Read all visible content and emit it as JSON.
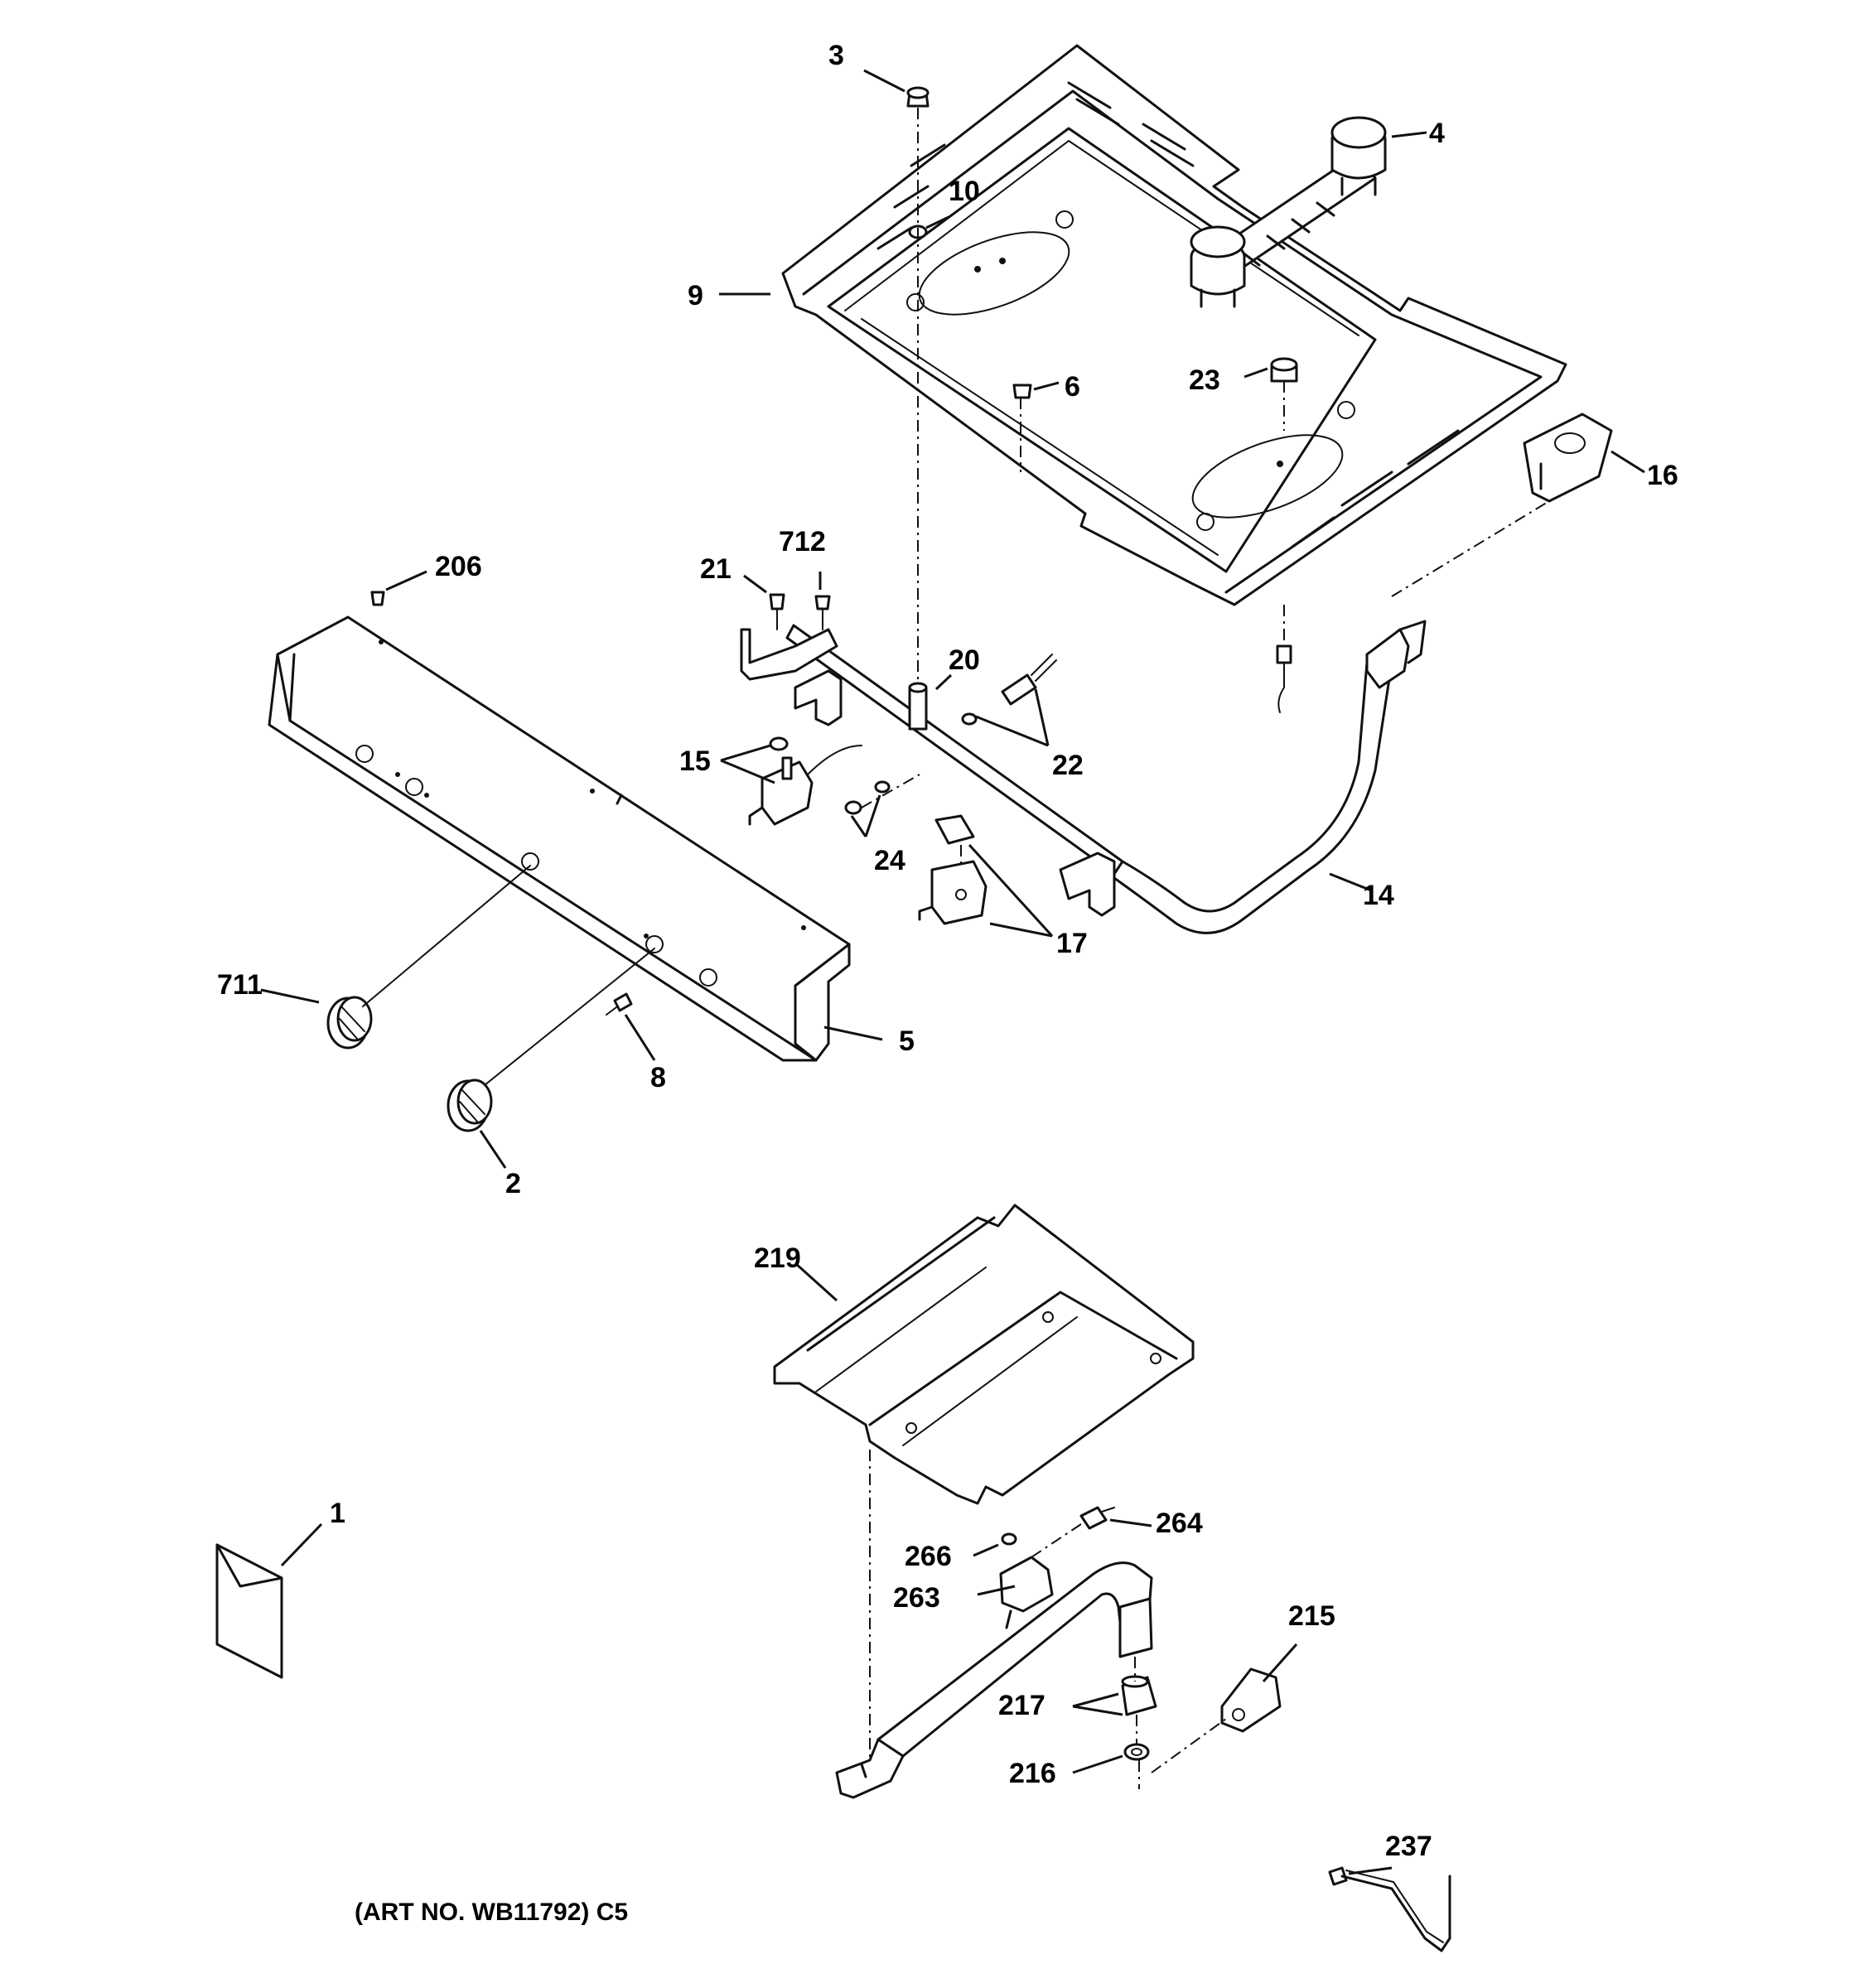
{
  "diagram": {
    "caption": "(ART NO. WB11792) C5",
    "callouts": [
      {
        "id": "c3",
        "text": "3"
      },
      {
        "id": "c4",
        "text": "4"
      },
      {
        "id": "c10",
        "text": "10"
      },
      {
        "id": "c9",
        "text": "9"
      },
      {
        "id": "c6",
        "text": "6"
      },
      {
        "id": "c23",
        "text": "23"
      },
      {
        "id": "c16",
        "text": "16"
      },
      {
        "id": "c206",
        "text": "206"
      },
      {
        "id": "c21",
        "text": "21"
      },
      {
        "id": "c712",
        "text": "712"
      },
      {
        "id": "c20",
        "text": "20"
      },
      {
        "id": "c22",
        "text": "22"
      },
      {
        "id": "c15",
        "text": "15"
      },
      {
        "id": "c24",
        "text": "24"
      },
      {
        "id": "c14",
        "text": "14"
      },
      {
        "id": "c17",
        "text": "17"
      },
      {
        "id": "c711",
        "text": "711"
      },
      {
        "id": "c5",
        "text": "5"
      },
      {
        "id": "c8",
        "text": "8"
      },
      {
        "id": "c2",
        "text": "2"
      },
      {
        "id": "c219",
        "text": "219"
      },
      {
        "id": "c1",
        "text": "1"
      },
      {
        "id": "c264",
        "text": "264"
      },
      {
        "id": "c266",
        "text": "266"
      },
      {
        "id": "c263",
        "text": "263"
      },
      {
        "id": "c215",
        "text": "215"
      },
      {
        "id": "c217",
        "text": "217"
      },
      {
        "id": "c216",
        "text": "216"
      },
      {
        "id": "c237",
        "text": "237"
      }
    ]
  }
}
